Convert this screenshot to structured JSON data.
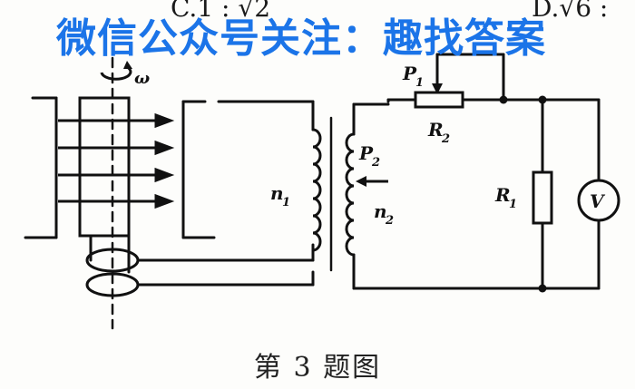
{
  "header": {
    "option_c": "C.1 : √2",
    "option_d": "D.√6 :",
    "watermark": "微信公众号关注：趣找答案"
  },
  "figure": {
    "caption": "第 3 题图",
    "labels": {
      "omega": "ω",
      "p1": "P",
      "p1_sub": "1",
      "r2": "R",
      "r2_sub": "2",
      "p2": "P",
      "p2_sub": "2",
      "n1": "n",
      "n1_sub": "1",
      "n2": "n",
      "n2_sub": "2",
      "r1": "R",
      "r1_sub": "1",
      "voltmeter": "V"
    }
  }
}
